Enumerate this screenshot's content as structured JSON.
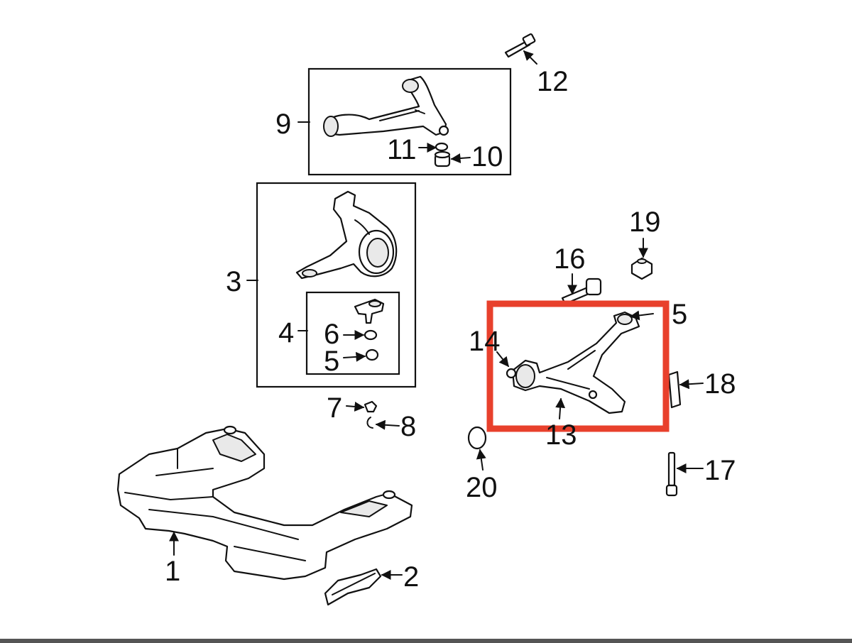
{
  "highlight": {
    "color": "#e8402c"
  },
  "bottom_bar": {
    "color": "#555555"
  },
  "callouts": {
    "p1": "1",
    "p2": "2",
    "p3": "3",
    "p4": "4",
    "p5a": "5",
    "p5b": "5",
    "p6": "6",
    "p7": "7",
    "p8": "8",
    "p9": "9",
    "p10": "10",
    "p11": "11",
    "p12": "12",
    "p13": "13",
    "p14": "14",
    "p16": "16",
    "p17": "17",
    "p18": "18",
    "p19": "19",
    "p20": "20"
  }
}
